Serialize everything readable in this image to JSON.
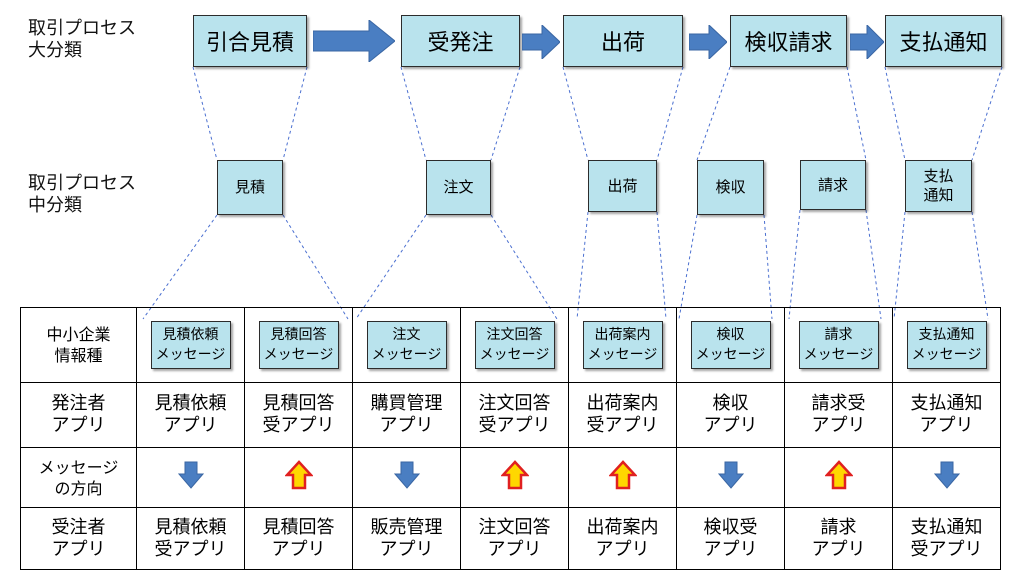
{
  "labels": {
    "major": "取引プロセス\n大分類",
    "mid": "取引プロセス\n中分類"
  },
  "major_processes": [
    "引合見積",
    "受発注",
    "出荷",
    "検収請求",
    "支払通知"
  ],
  "mid_processes": [
    "見積",
    "注文",
    "出荷",
    "検収",
    "請求",
    "支払\n通知"
  ],
  "table": {
    "row_headers": {
      "info_type": "中小企業\n情報種",
      "orderer_app": "発注者\nアプリ",
      "direction": "メッセージ\nの方向",
      "receiver_app": "受注者\nアプリ"
    },
    "columns": [
      {
        "message": "見積依頼\nメッセージ",
        "orderer": "見積依頼\nアプリ",
        "direction": "down",
        "receiver": "見積依頼\n受アプリ"
      },
      {
        "message": "見積回答\nメッセージ",
        "orderer": "見積回答\n受アプリ",
        "direction": "up",
        "receiver": "見積回答\nアプリ"
      },
      {
        "message": "注文\nメッセージ",
        "orderer": "購買管理\nアプリ",
        "direction": "down",
        "receiver": "販売管理\nアプリ"
      },
      {
        "message": "注文回答\nメッセージ",
        "orderer": "注文回答\n受アプリ",
        "direction": "up",
        "receiver": "注文回答\nアプリ"
      },
      {
        "message": "出荷案内\nメッセージ",
        "orderer": "出荷案内\n受アプリ",
        "direction": "up",
        "receiver": "出荷案内\nアプリ"
      },
      {
        "message": "検収\nメッセージ",
        "orderer": "検収\nアプリ",
        "direction": "down",
        "receiver": "検収受\nアプリ"
      },
      {
        "message": "請求\nメッセージ",
        "orderer": "請求受\nアプリ",
        "direction": "up",
        "receiver": "請求\nアプリ"
      },
      {
        "message": "支払通知\nメッセージ",
        "orderer": "支払通知\nアプリ",
        "direction": "down",
        "receiver": "支払通知\n受アプリ"
      }
    ]
  },
  "colors": {
    "box_fill": "#b9e3ed",
    "flow_arrow": "#4a7ec2",
    "down_arrow": "#4a7ec2",
    "up_arrow_fill": "#ffd700",
    "up_arrow_stroke": "#e02020",
    "dashed_line": "#4a6fd0"
  }
}
